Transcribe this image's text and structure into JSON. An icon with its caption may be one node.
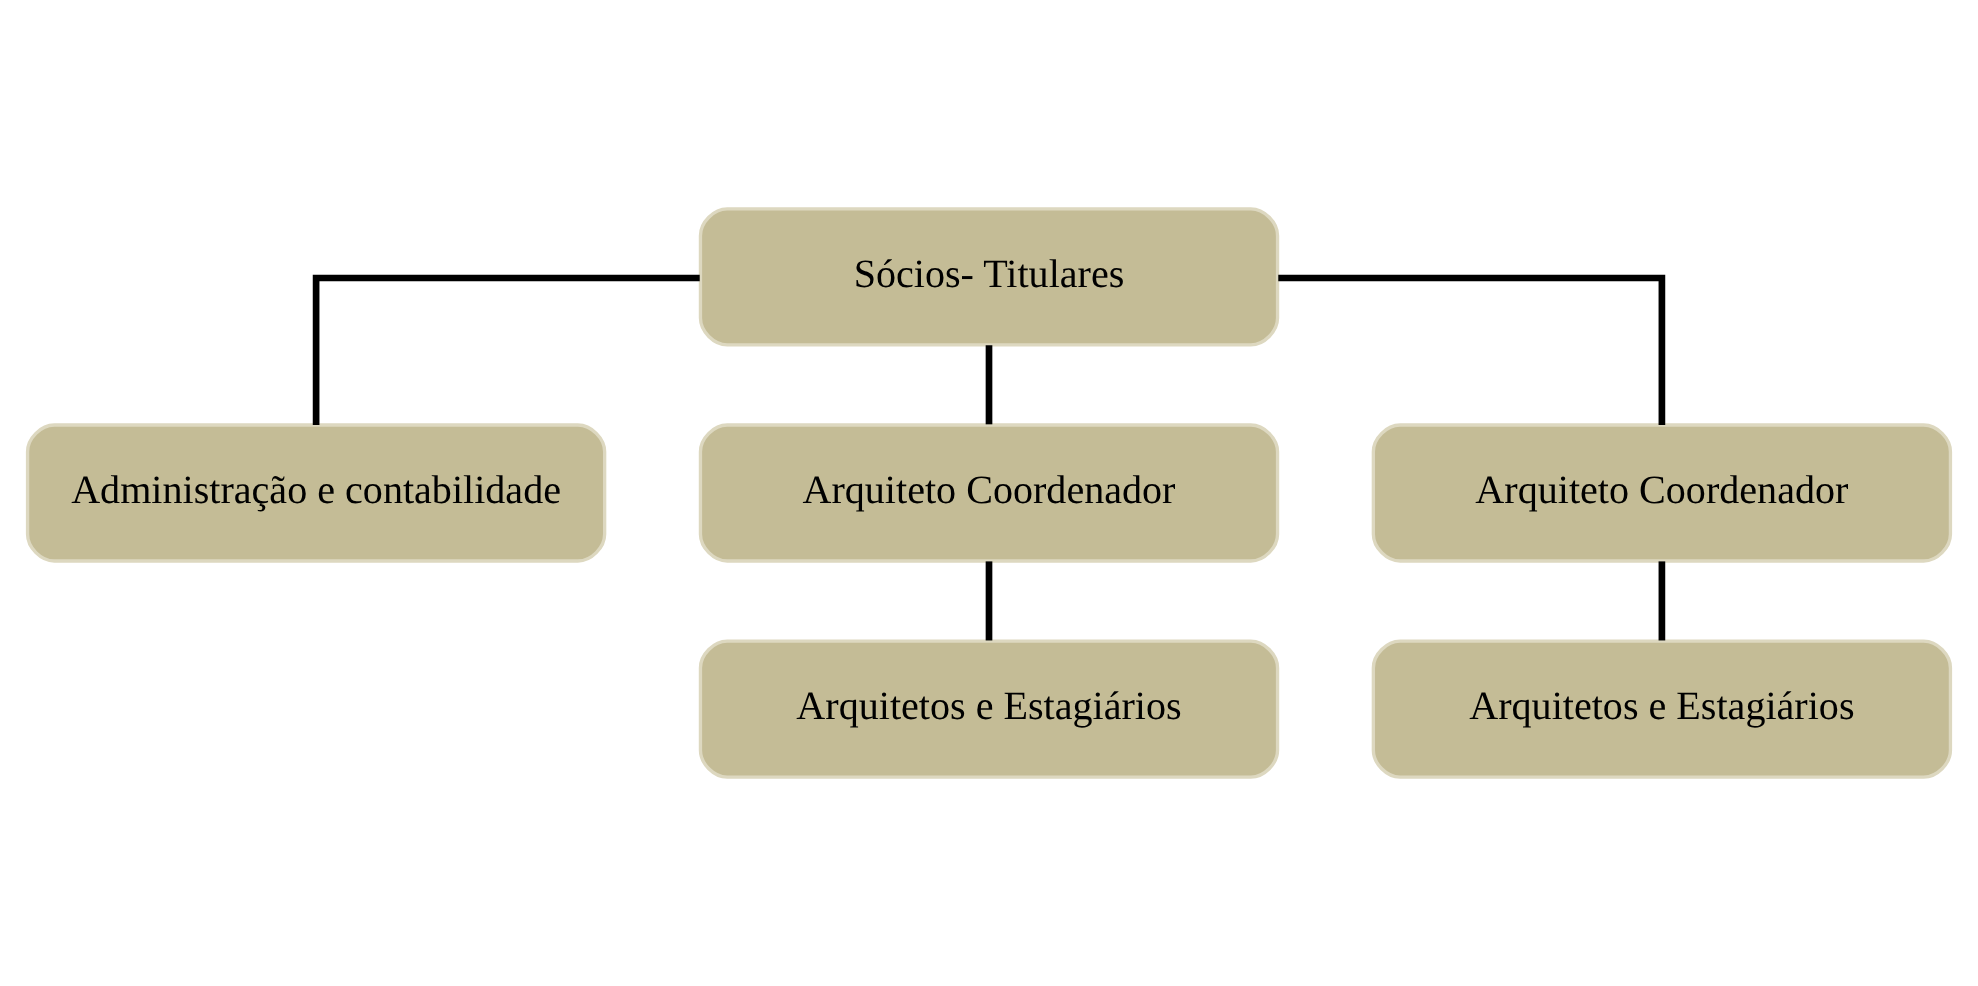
{
  "diagram": {
    "nodes": [
      {
        "text": [
          "Sócios- Titulares"
        ]
      },
      {
        "text": [
          "Administração e contabilidade"
        ]
      },
      {
        "text": [
          "Arquiteto Coordenador"
        ]
      },
      {
        "text": [
          "Arquiteto Coordenador"
        ]
      },
      {
        "text": [
          "Arquitetos e Estagiários"
        ]
      },
      {
        "text": [
          "Arquitetos e Estagiários"
        ]
      }
    ],
    "edges": [
      {
        "from": 0,
        "to": 1,
        "arrow": "none"
      },
      {
        "from": 0,
        "to": 2,
        "arrow": "none"
      },
      {
        "from": 0,
        "to": 3,
        "arrow": "none"
      },
      {
        "from": 2,
        "to": 4,
        "arrow": "none"
      },
      {
        "from": 3,
        "to": 5,
        "arrow": "none"
      }
    ]
  }
}
